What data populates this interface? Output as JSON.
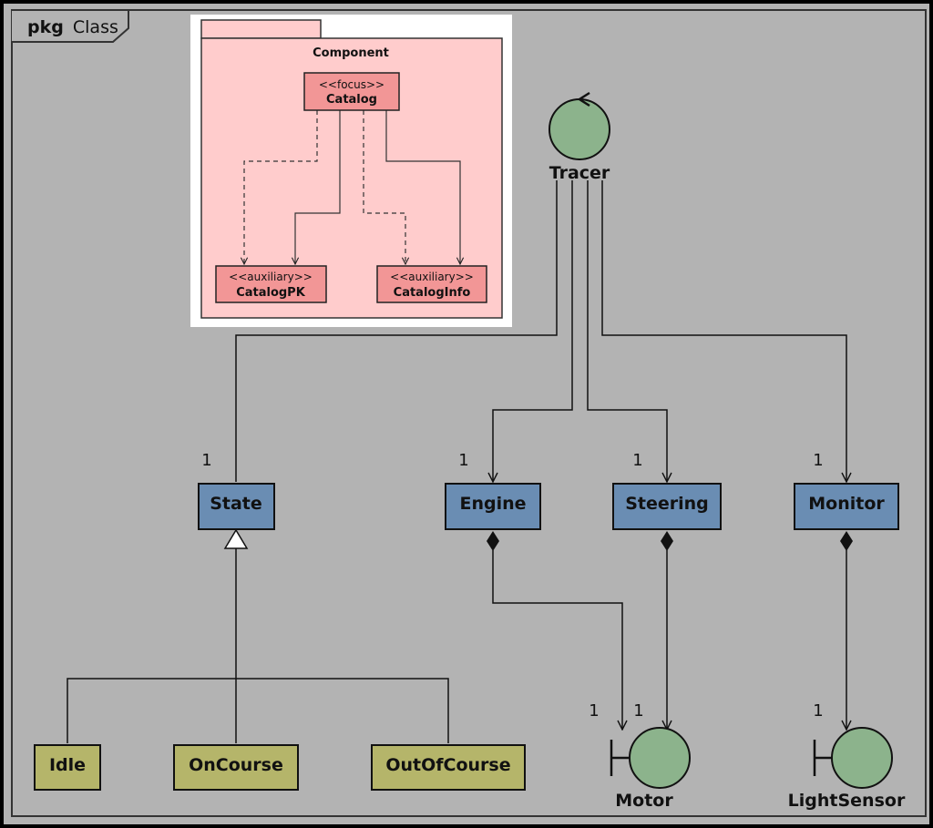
{
  "frame": {
    "kind": "pkg",
    "name": "Class"
  },
  "inset": {
    "package_label": "Component",
    "catalog": {
      "stereotype": "<<focus>>",
      "name": "Catalog"
    },
    "catalog_pk": {
      "stereotype": "<<auxiliary>>",
      "name": "CatalogPK"
    },
    "catalog_info": {
      "stereotype": "<<auxiliary>>",
      "name": "CatalogInfo"
    }
  },
  "control": {
    "name": "Tracer"
  },
  "classes": {
    "state": "State",
    "engine": "Engine",
    "steering": "Steering",
    "monitor": "Monitor",
    "idle": "Idle",
    "on_course": "OnCourse",
    "out_of_course": "OutOfCourse"
  },
  "boundaries": {
    "motor": "Motor",
    "light_sensor": "LightSensor"
  },
  "multiplicities": {
    "state": "1",
    "engine": "1",
    "steering": "1",
    "monitor": "1",
    "motor_from_engine": "1",
    "motor_from_steering": "1",
    "light_sensor": "1"
  },
  "colors": {
    "background": "#b3b3b3",
    "blue_class": "#6a8db3",
    "olive_class": "#b5b56a",
    "green_circle": "#8cb38c",
    "inset_fill": "#ffcccc",
    "inset_class": "#f29696"
  }
}
